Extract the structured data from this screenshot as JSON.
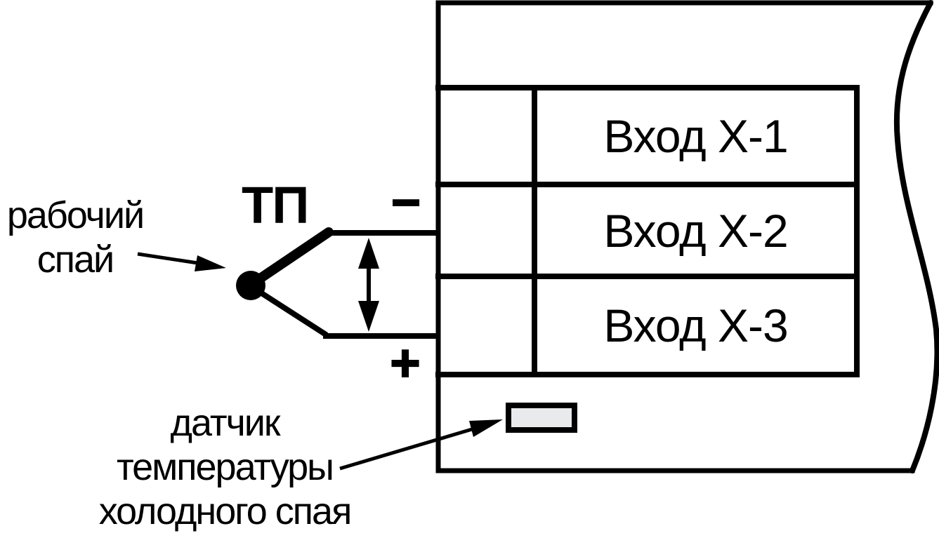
{
  "figure": {
    "background_color": "#ffffff",
    "line_color": "#000000",
    "labels": {
      "thermocouple": "ТП",
      "working_junction": "рабочий\nспай",
      "cold_junction_sensor": "датчик\nтемпературы\nхолодного спая",
      "polarity_minus": "−",
      "polarity_plus": "+"
    },
    "device": {
      "inputs": [
        {
          "label": "Вход Х-1"
        },
        {
          "label": "Вход Х-2"
        },
        {
          "label": "Вход Х-3"
        }
      ],
      "sensor_fill": "#e8eaec"
    }
  }
}
